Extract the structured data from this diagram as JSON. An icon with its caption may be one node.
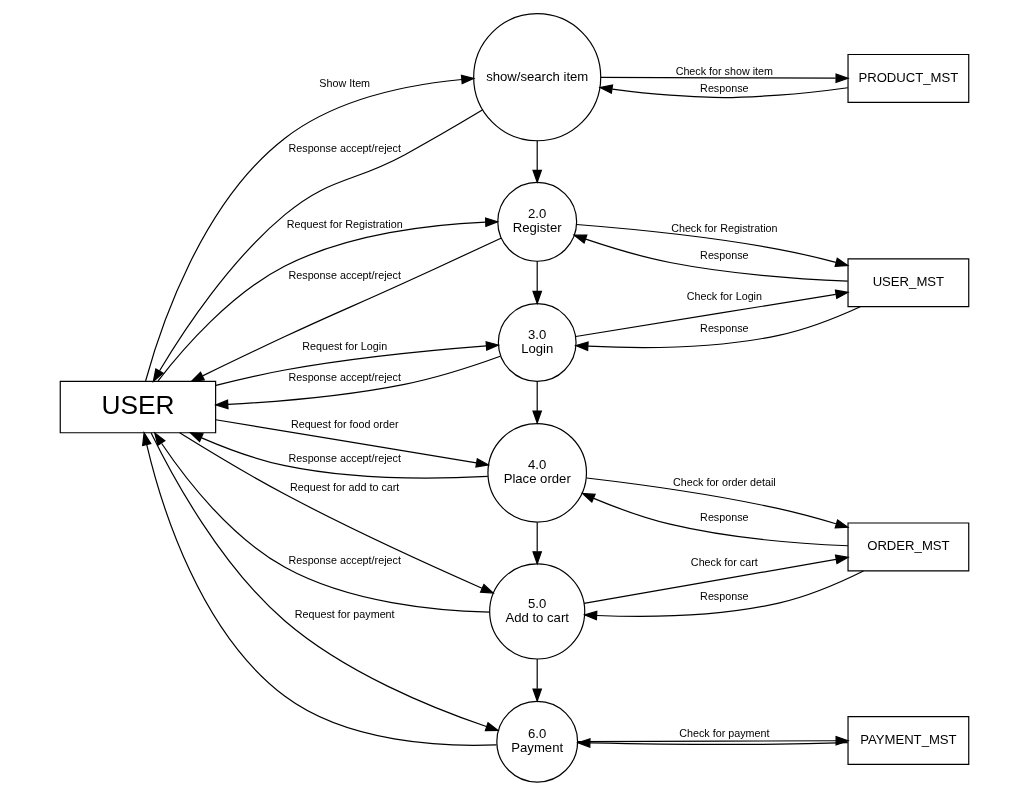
{
  "diagram": {
    "nodes": [
      {
        "text": [
          "USER"
        ]
      },
      {
        "text": [
          "show/search item"
        ]
      },
      {
        "text": [
          "PRODUCT_MST"
        ]
      },
      {
        "text": [
          "2.0",
          "Register"
        ]
      },
      {
        "text": [
          "USER_MST"
        ]
      },
      {
        "text": [
          "3.0",
          "Login"
        ]
      },
      {
        "text": [
          "4.0",
          "Place order"
        ]
      },
      {
        "text": [
          "ORDER_MST"
        ]
      },
      {
        "text": [
          "5.0",
          "Add to cart"
        ]
      },
      {
        "text": [
          "6.0",
          "Payment"
        ]
      },
      {
        "text": [
          "PAYMENT_MST"
        ]
      }
    ],
    "edges": [
      {
        "from": 0,
        "to": 1,
        "arrow": "to",
        "label": "Show Item"
      },
      {
        "from": 1,
        "to": 0,
        "arrow": "to",
        "label": "Response accept/reject"
      },
      {
        "from": 1,
        "to": 2,
        "arrow": "to",
        "label": "Check for show item"
      },
      {
        "from": 2,
        "to": 1,
        "arrow": "to",
        "label": "Response"
      },
      {
        "from": 1,
        "to": 3,
        "arrow": "to"
      },
      {
        "from": 0,
        "to": 3,
        "arrow": "to",
        "label": "Request for Registration"
      },
      {
        "from": 3,
        "to": 0,
        "arrow": "to",
        "label": "Response accept/reject"
      },
      {
        "from": 3,
        "to": 4,
        "arrow": "to",
        "label": "Check for Registration"
      },
      {
        "from": 4,
        "to": 3,
        "arrow": "to",
        "label": "Response"
      },
      {
        "from": 3,
        "to": 5,
        "arrow": "to"
      },
      {
        "from": 0,
        "to": 5,
        "arrow": "to",
        "label": "Request for Login"
      },
      {
        "from": 5,
        "to": 0,
        "arrow": "to",
        "label": "Response accept/reject"
      },
      {
        "from": 5,
        "to": 4,
        "arrow": "to",
        "label": "Check for Login"
      },
      {
        "from": 4,
        "to": 5,
        "arrow": "to",
        "label": "Response"
      },
      {
        "from": 5,
        "to": 6,
        "arrow": "to"
      },
      {
        "from": 0,
        "to": 6,
        "arrow": "to",
        "label": "Request for food order"
      },
      {
        "from": 6,
        "to": 0,
        "arrow": "to",
        "label": "Response accept/reject"
      },
      {
        "from": 6,
        "to": 7,
        "arrow": "to",
        "label": "Check for order detail"
      },
      {
        "from": 7,
        "to": 6,
        "arrow": "to",
        "label": "Response"
      },
      {
        "from": 6,
        "to": 8,
        "arrow": "to"
      },
      {
        "from": 0,
        "to": 8,
        "arrow": "to",
        "label": "Request for add to cart"
      },
      {
        "from": 8,
        "to": 0,
        "arrow": "to",
        "label": "Response accept/reject"
      },
      {
        "from": 8,
        "to": 7,
        "arrow": "to",
        "label": "Check for cart"
      },
      {
        "from": 7,
        "to": 8,
        "arrow": "to",
        "label": "Response"
      },
      {
        "from": 8,
        "to": 9,
        "arrow": "to"
      },
      {
        "from": 0,
        "to": 9,
        "arrow": "to",
        "label": "Request for payment"
      },
      {
        "from": 9,
        "to": 0,
        "arrow": "to"
      },
      {
        "from": 9,
        "to": 10,
        "arrow": "to",
        "label": "Check for payment"
      },
      {
        "from": 10,
        "to": 9,
        "arrow": "to"
      }
    ]
  }
}
